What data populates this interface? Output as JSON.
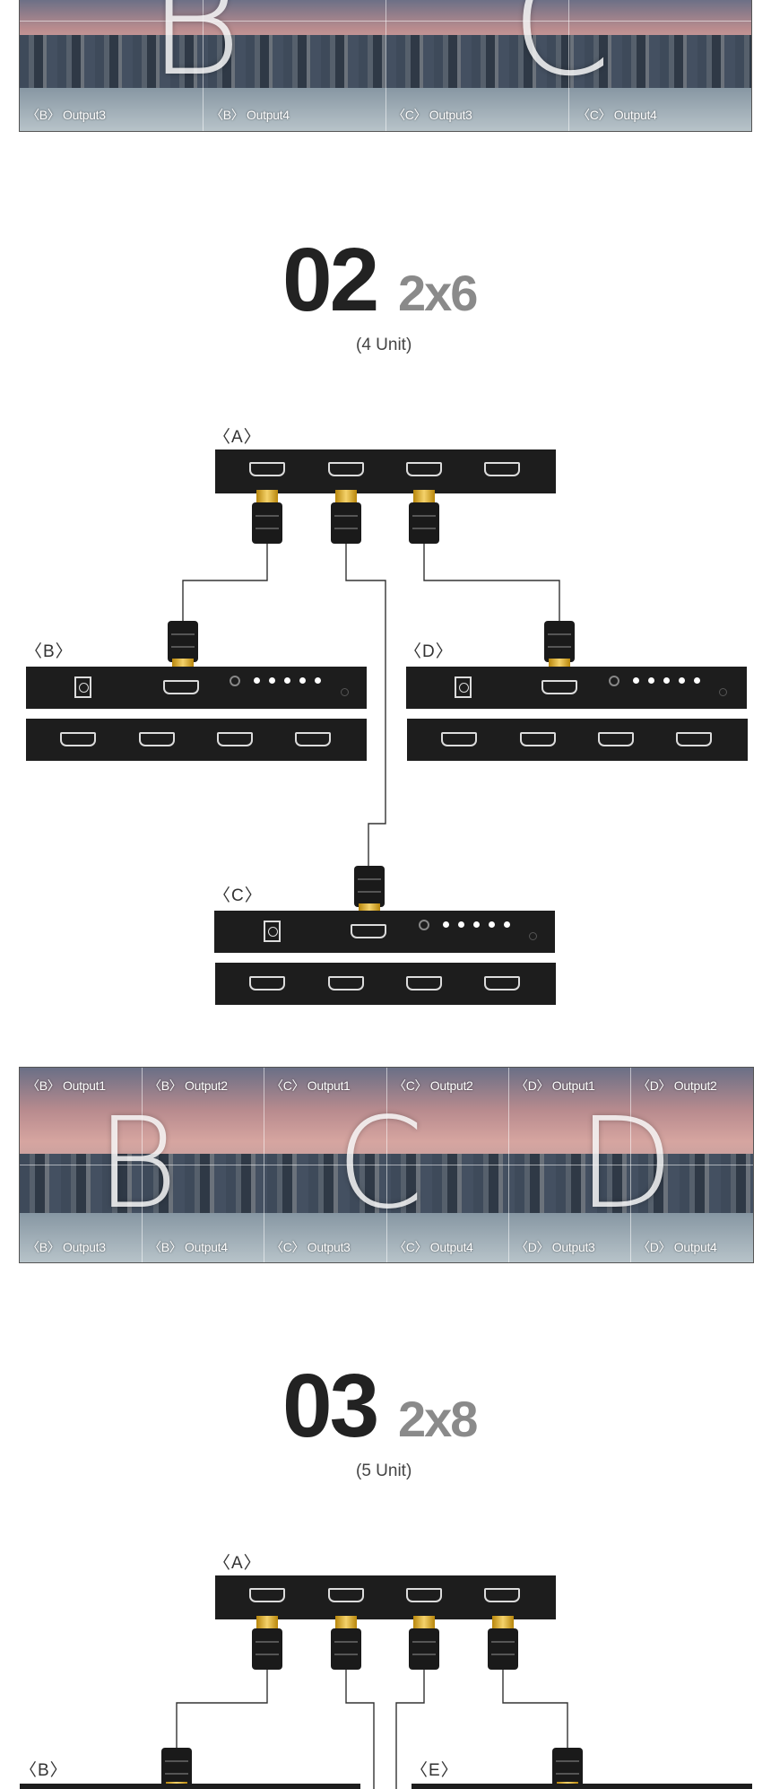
{
  "top_wall": {
    "letters": [
      "B",
      "C"
    ],
    "labels": [
      "〈B〉 Output3",
      "〈B〉 Output4",
      "〈C〉 Output3",
      "〈C〉 Output4"
    ]
  },
  "section_02": {
    "number": "02",
    "size": "2x6",
    "unit": "(4 Unit)",
    "devices": {
      "a": "〈A〉",
      "b": "〈B〉",
      "c": "〈C〉",
      "d": "〈D〉"
    },
    "wall": {
      "letters": [
        "B",
        "C",
        "D"
      ],
      "top_labels": [
        "〈B〉 Output1",
        "〈B〉 Output2",
        "〈C〉 Output1",
        "〈C〉 Output2",
        "〈D〉 Output1",
        "〈D〉 Output2"
      ],
      "bottom_labels": [
        "〈B〉 Output3",
        "〈B〉 Output4",
        "〈C〉 Output3",
        "〈C〉 Output4",
        "〈D〉 Output3",
        "〈D〉 Output4"
      ]
    }
  },
  "section_03": {
    "number": "03",
    "size": "2x8",
    "unit": "(5 Unit)",
    "devices": {
      "a": "〈A〉",
      "b": "〈B〉",
      "e": "〈E〉"
    }
  },
  "colors": {
    "device": "#1d1d1d",
    "connector_gold": "#d9a62e",
    "number_dark": "#222222",
    "size_gray": "#8a8a8a"
  },
  "icons": [
    "hdmi-port-icon",
    "power-jack-icon",
    "hdmi-plug-icon",
    "led-indicator-icon",
    "button-icon"
  ]
}
